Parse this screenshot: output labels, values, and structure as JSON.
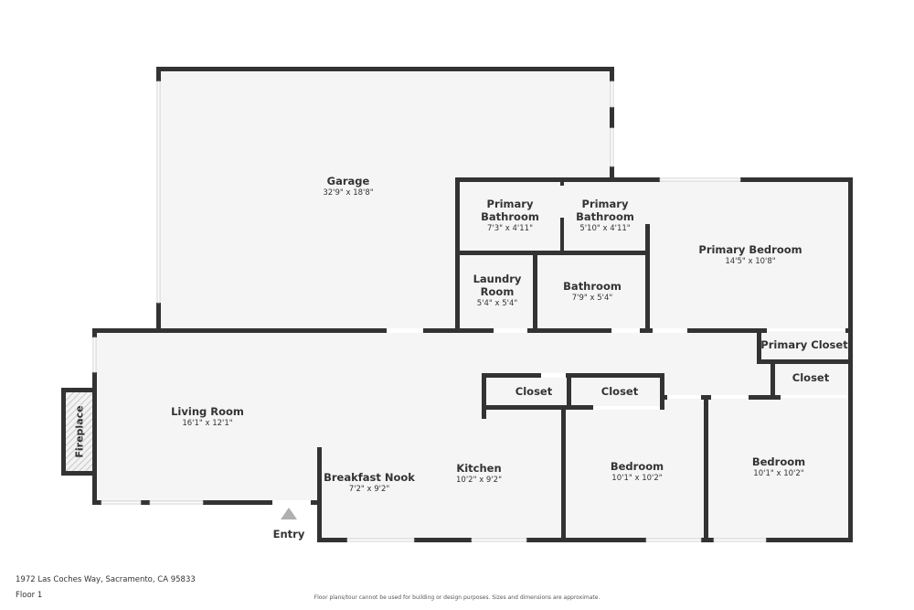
{
  "plan": {
    "floor": "Floor 1",
    "address": "1972 Las Coches Way, Sacramento, CA 95833",
    "disclaimer": "Floor plans/tour cannot be used for building or design purposes. Sizes and dimensions are approximate.",
    "entry_label": "Entry",
    "fireplace_label": "Fireplace",
    "colors": {
      "wall": "#333333",
      "floor": "#f5f5f5",
      "background": "#ffffff",
      "entry_marker": "#b0b0b0"
    }
  },
  "rooms": {
    "garage": {
      "name": "Garage",
      "dim": "32'9\" x 18'8\""
    },
    "primary_bath_1": {
      "name": "Primary Bathroom",
      "dim": "7'3\" x 4'11\""
    },
    "primary_bath_2": {
      "name": "Primary Bathroom",
      "dim": "5'10\" x 4'11\""
    },
    "primary_bedroom": {
      "name": "Primary Bedroom",
      "dim": "14'5\" x 10'8\""
    },
    "laundry": {
      "name": "Laundry Room",
      "dim": "5'4\" x 5'4\""
    },
    "bathroom": {
      "name": "Bathroom",
      "dim": "7'9\" x 5'4\""
    },
    "primary_closet": {
      "name": "Primary Closet"
    },
    "closet_right": {
      "name": "Closet"
    },
    "closet_1": {
      "name": "Closet"
    },
    "closet_2": {
      "name": "Closet"
    },
    "living_room": {
      "name": "Living Room",
      "dim": "16'1\" x 12'1\""
    },
    "breakfast_nook": {
      "name": "Breakfast Nook",
      "dim": "7'2\" x 9'2\""
    },
    "kitchen": {
      "name": "Kitchen",
      "dim": "10'2\" x 9'2\""
    },
    "bedroom_1": {
      "name": "Bedroom",
      "dim": "10'1\" x 10'2\""
    },
    "bedroom_2": {
      "name": "Bedroom",
      "dim": "10'1\" x 10'2\""
    }
  }
}
